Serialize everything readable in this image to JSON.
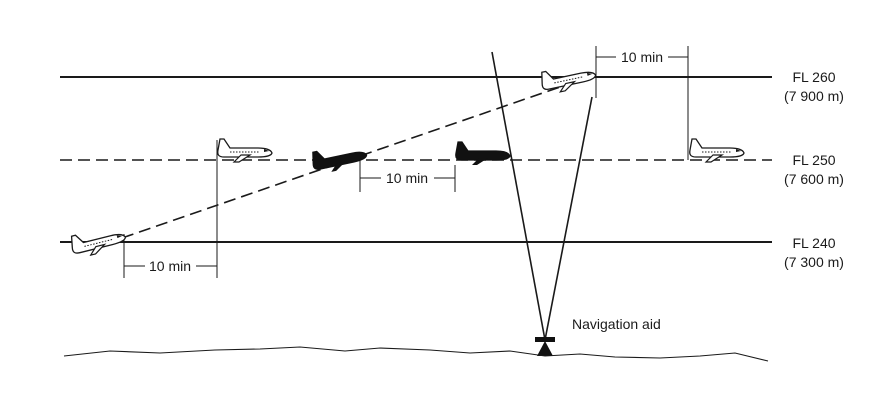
{
  "flight_levels": [
    {
      "name": "FL 260",
      "altitude": "(7 900 m)",
      "line_style": "solid"
    },
    {
      "name": "FL 250",
      "altitude": "(7 600 m)",
      "line_style": "dashed"
    },
    {
      "name": "FL 240",
      "altitude": "(7 300 m)",
      "line_style": "solid"
    }
  ],
  "intervals": {
    "upper": "10 min",
    "middle": "10 min",
    "lower": "10 min"
  },
  "navigation_aid": {
    "label": "Navigation aid"
  },
  "colors": {
    "line": "#1a1a1a",
    "aircraft_fill": "#ffffff",
    "aircraft_dark": "#111111"
  }
}
